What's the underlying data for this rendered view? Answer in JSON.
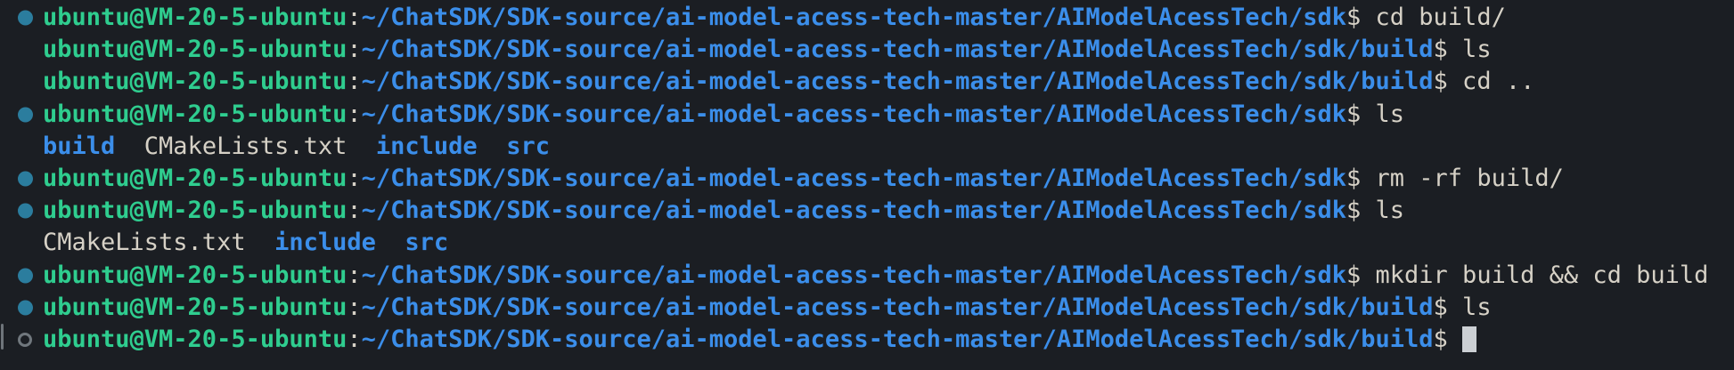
{
  "terminal": {
    "user_host": "ubuntu@VM-20-5-ubuntu",
    "cwd_sdk": "~/ChatSDK/SDK-source/ai-model-acess-tech-master/AIModelAcessTech/sdk",
    "cwd_build": "~/ChatSDK/SDK-source/ai-model-acess-tech-master/AIModelAcessTech/sdk/build",
    "colors": {
      "bg": "#1b1e23",
      "fg": "#d6d1c6",
      "green": "#2fcd8f",
      "blue": "#3b8eea",
      "dot": "#2b7d9e",
      "ring": "#70777d",
      "cursor": "#ccd0d4",
      "bar": "#6e747a"
    },
    "lines": [
      {
        "marker": "filled",
        "segments": [
          {
            "t": "ubuntu@VM-20-5-ubuntu",
            "s": "user"
          },
          {
            "t": ":",
            "s": "fg"
          },
          {
            "t": "~/ChatSDK/SDK-source/ai-model-acess-tech-master/AIModelAcessTech/sdk",
            "s": "path"
          },
          {
            "t": "$ cd build/",
            "s": "fg"
          }
        ]
      },
      {
        "marker": "none",
        "segments": [
          {
            "t": "ubuntu@VM-20-5-ubuntu",
            "s": "user"
          },
          {
            "t": ":",
            "s": "fg"
          },
          {
            "t": "~/ChatSDK/SDK-source/ai-model-acess-tech-master/AIModelAcessTech/sdk/build",
            "s": "path"
          },
          {
            "t": "$ ls",
            "s": "fg"
          }
        ]
      },
      {
        "marker": "none",
        "segments": [
          {
            "t": "ubuntu@VM-20-5-ubuntu",
            "s": "user"
          },
          {
            "t": ":",
            "s": "fg"
          },
          {
            "t": "~/ChatSDK/SDK-source/ai-model-acess-tech-master/AIModelAcessTech/sdk/build",
            "s": "path"
          },
          {
            "t": "$ cd ..",
            "s": "fg"
          }
        ]
      },
      {
        "marker": "filled",
        "segments": [
          {
            "t": "ubuntu@VM-20-5-ubuntu",
            "s": "user"
          },
          {
            "t": ":",
            "s": "fg"
          },
          {
            "t": "~/ChatSDK/SDK-source/ai-model-acess-tech-master/AIModelAcessTech/sdk",
            "s": "path"
          },
          {
            "t": "$ ls",
            "s": "fg"
          }
        ]
      },
      {
        "marker": "none",
        "segments": [
          {
            "t": "build",
            "s": "dir"
          },
          {
            "t": "  ",
            "s": "fg"
          },
          {
            "t": "CMakeLists.txt",
            "s": "file"
          },
          {
            "t": "  ",
            "s": "fg"
          },
          {
            "t": "include",
            "s": "dir"
          },
          {
            "t": "  ",
            "s": "fg"
          },
          {
            "t": "src",
            "s": "dir"
          }
        ]
      },
      {
        "marker": "filled",
        "segments": [
          {
            "t": "ubuntu@VM-20-5-ubuntu",
            "s": "user"
          },
          {
            "t": ":",
            "s": "fg"
          },
          {
            "t": "~/ChatSDK/SDK-source/ai-model-acess-tech-master/AIModelAcessTech/sdk",
            "s": "path"
          },
          {
            "t": "$ rm -rf build/",
            "s": "fg"
          }
        ]
      },
      {
        "marker": "filled",
        "segments": [
          {
            "t": "ubuntu@VM-20-5-ubuntu",
            "s": "user"
          },
          {
            "t": ":",
            "s": "fg"
          },
          {
            "t": "~/ChatSDK/SDK-source/ai-model-acess-tech-master/AIModelAcessTech/sdk",
            "s": "path"
          },
          {
            "t": "$ ls",
            "s": "fg"
          }
        ]
      },
      {
        "marker": "none",
        "segments": [
          {
            "t": "CMakeLists.txt",
            "s": "file"
          },
          {
            "t": "  ",
            "s": "fg"
          },
          {
            "t": "include",
            "s": "dir"
          },
          {
            "t": "  ",
            "s": "fg"
          },
          {
            "t": "src",
            "s": "dir"
          }
        ]
      },
      {
        "marker": "filled",
        "segments": [
          {
            "t": "ubuntu@VM-20-5-ubuntu",
            "s": "user"
          },
          {
            "t": ":",
            "s": "fg"
          },
          {
            "t": "~/ChatSDK/SDK-source/ai-model-acess-tech-master/AIModelAcessTech/sdk",
            "s": "path"
          },
          {
            "t": "$ mkdir build && cd build",
            "s": "fg"
          }
        ]
      },
      {
        "marker": "filled",
        "segments": [
          {
            "t": "ubuntu@VM-20-5-ubuntu",
            "s": "user"
          },
          {
            "t": ":",
            "s": "fg"
          },
          {
            "t": "~/ChatSDK/SDK-source/ai-model-acess-tech-master/AIModelAcessTech/sdk/build",
            "s": "path"
          },
          {
            "t": "$ ls",
            "s": "fg"
          }
        ]
      },
      {
        "marker": "hollow",
        "cursor": true,
        "segments": [
          {
            "t": "ubuntu@VM-20-5-ubuntu",
            "s": "user"
          },
          {
            "t": ":",
            "s": "fg"
          },
          {
            "t": "~/ChatSDK/SDK-source/ai-model-acess-tech-master/AIModelAcessTech/sdk/build",
            "s": "path"
          },
          {
            "t": "$ ",
            "s": "fg"
          }
        ]
      }
    ]
  }
}
